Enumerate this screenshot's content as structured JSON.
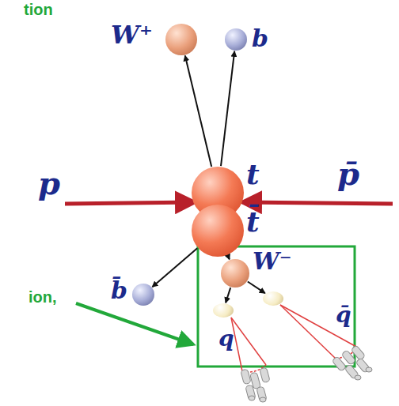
{
  "diagram": {
    "nodes": [
      {
        "text": [
          "t"
        ]
      },
      {
        "text": [
          "t̄"
        ]
      },
      {
        "text": [
          "W⁺"
        ]
      },
      {
        "text": [
          "b"
        ]
      },
      {
        "text": [
          "b̄"
        ]
      },
      {
        "text": [
          "W⁻"
        ]
      },
      {
        "text": [
          "q"
        ]
      },
      {
        "text": [
          "q̄"
        ]
      }
    ],
    "edges": [
      {
        "from": 0,
        "to": 2,
        "arrow": "to"
      },
      {
        "from": 0,
        "to": 3,
        "arrow": "to"
      },
      {
        "from": 1,
        "to": 4,
        "arrow": "to"
      },
      {
        "from": 1,
        "to": 5,
        "arrow": "to"
      },
      {
        "from": 5,
        "to": 6,
        "arrow": "to"
      },
      {
        "from": 5,
        "to": 7,
        "arrow": "to"
      }
    ],
    "labels": [
      "p",
      "p̄",
      "tion",
      "ion,"
    ]
  }
}
